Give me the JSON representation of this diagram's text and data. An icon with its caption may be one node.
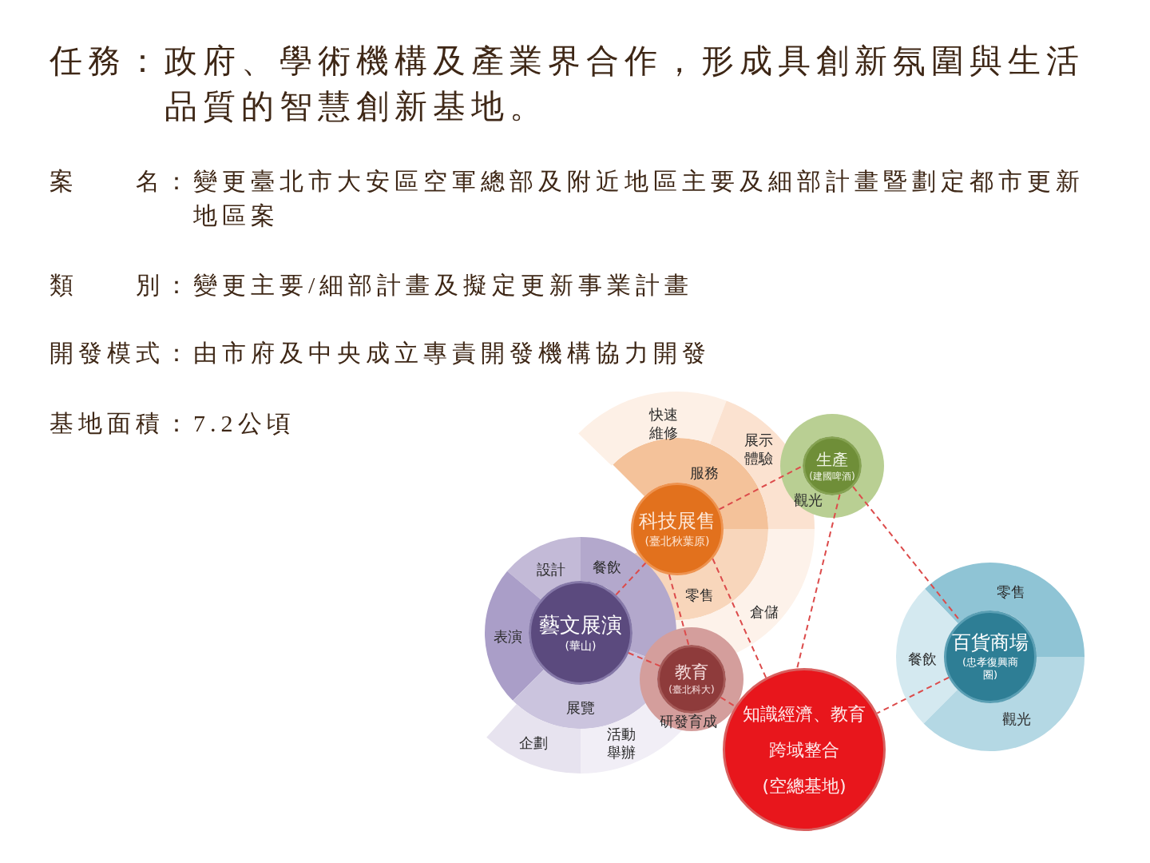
{
  "diagram": {
    "title": "任務：政府、學術機構及產業界合作，形成具創新氛圍與生活品質的智慧創新基地。",
    "nodes": [
      {
        "text": [
          "科技展售",
          "(臺北秋葉原)"
        ],
        "beside": [
          "快速維修",
          "展示體驗",
          "服務",
          "零售",
          "倉儲"
        ]
      },
      {
        "text": [
          "生產",
          "(建國啤酒)"
        ],
        "beside": [
          "觀光"
        ]
      },
      {
        "text": [
          "藝文展演",
          "(華山)"
        ],
        "beside": [
          "設計",
          "餐飲",
          "表演",
          "展覽",
          "企劃",
          "活動舉辦"
        ]
      },
      {
        "text": [
          "百貨商場",
          "(忠孝復興商圈)"
        ],
        "beside": [
          "零售",
          "餐飲",
          "觀光"
        ]
      },
      {
        "text": [
          "教育",
          "(臺北科大)"
        ],
        "beside": [
          "研發育成"
        ]
      },
      {
        "text": [
          "知識經濟、教育跨域整合",
          "(空總基地)"
        ]
      }
    ],
    "edges": [
      {
        "from": 2,
        "to": 0,
        "arrow": "none",
        "style": "dashed"
      },
      {
        "from": 0,
        "to": 1,
        "arrow": "none",
        "style": "dashed"
      },
      {
        "from": 0,
        "to": 4,
        "arrow": "none",
        "style": "dashed"
      },
      {
        "from": 0,
        "to": 5,
        "arrow": "none",
        "style": "dashed"
      },
      {
        "from": 2,
        "to": 4,
        "arrow": "none",
        "style": "dashed"
      },
      {
        "from": 4,
        "to": 5,
        "arrow": "none",
        "style": "dashed"
      },
      {
        "from": 1,
        "to": 5,
        "arrow": "none",
        "style": "dashed"
      },
      {
        "from": 1,
        "to": 3,
        "arrow": "none",
        "style": "dashed"
      },
      {
        "from": 3,
        "to": 5,
        "arrow": "none",
        "style": "dashed"
      }
    ],
    "labels": [
      "案　　名：變更臺北市大安區空軍總部及附近地區主要及細部計畫暨劃定都市更新地區案",
      "類　　別：變更主要/細部計畫及擬定更新事業計畫",
      "開發模式：由市府及中央成立專責開發機構協力開發",
      "基地面積：7.2公頃"
    ]
  }
}
